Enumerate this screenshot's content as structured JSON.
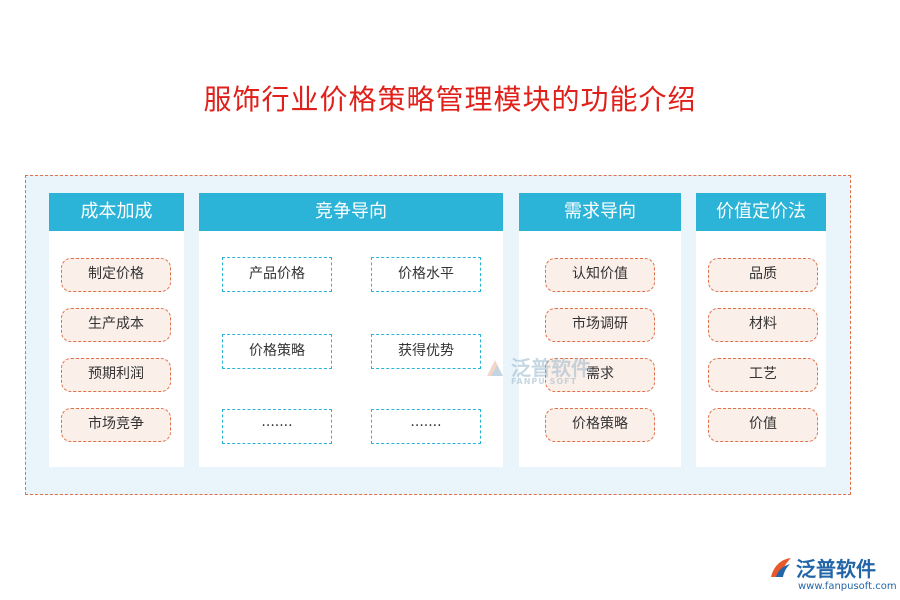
{
  "title": "服饰行业价格策略管理模块的功能介绍",
  "columns": [
    {
      "header": "成本加成",
      "items": [
        "制定价格",
        "生产成本",
        "预期利润",
        "市场竞争"
      ]
    },
    {
      "header": "竞争导向",
      "items": [
        "产品价格",
        "价格水平",
        "价格策略",
        "获得优势",
        "·······",
        "·······"
      ]
    },
    {
      "header": "需求导向",
      "items": [
        "认知价值",
        "市场调研",
        "需求",
        "价格策略"
      ]
    },
    {
      "header": "价值定价法",
      "items": [
        "品质",
        "材料",
        "工艺",
        "价值"
      ]
    }
  ],
  "watermark": {
    "text": "泛普软件",
    "sub": "FANPU SOFT"
  },
  "logo": {
    "name": "泛普软件",
    "url": "www.fanpusoft.com"
  },
  "colors": {
    "title": "#e0201a",
    "header": "#2bb3d8",
    "accent_border": "#e0704a",
    "panel_bg": "#eaf4fb"
  }
}
